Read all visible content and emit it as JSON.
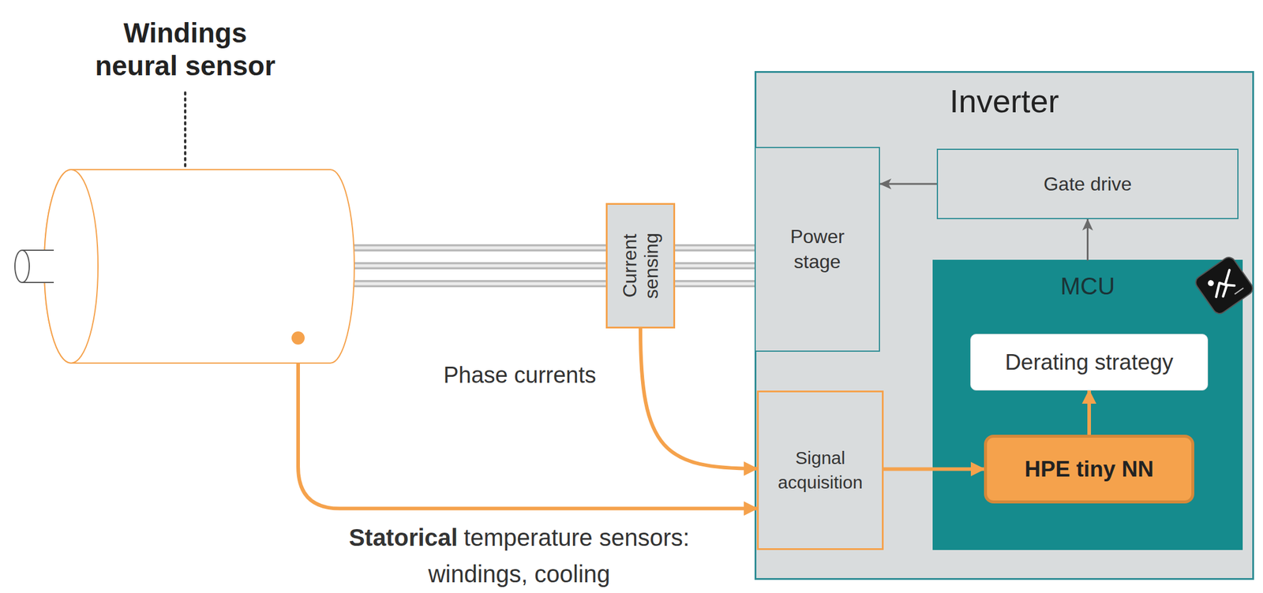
{
  "diagram": {
    "nodes": [
      {
        "text": [
          "Windings neural sensor"
        ]
      },
      {
        "text": [
          "Current sensing"
        ]
      },
      {
        "text": [
          "Inverter"
        ]
      },
      {
        "text": [
          "Power stage"
        ],
        "in": 2
      },
      {
        "text": [
          "Gate drive"
        ],
        "in": 2
      },
      {
        "text": [
          "MCU"
        ],
        "in": 2
      },
      {
        "text": [
          "Derating strategy"
        ],
        "in": 5
      },
      {
        "text": [
          "HPE tiny NN"
        ],
        "in": 5
      },
      {
        "text": [
          "Signal acquisition"
        ],
        "in": 2
      }
    ],
    "edges": [
      {
        "from": 0,
        "to": 1,
        "arrow": "none"
      },
      {
        "from": 1,
        "to": 3,
        "arrow": "none"
      },
      {
        "from": 4,
        "to": 3,
        "arrow": "to"
      },
      {
        "from": 5,
        "to": 4,
        "arrow": "to"
      },
      {
        "from": 1,
        "to": 8,
        "arrow": "to"
      },
      {
        "from": 0,
        "to": 8,
        "arrow": "to"
      },
      {
        "from": 8,
        "to": 7,
        "arrow": "to"
      },
      {
        "from": 7,
        "to": 6,
        "arrow": "to"
      }
    ],
    "labels": [
      "Phase currents",
      "Statorical",
      "temperature sensors: windings, cooling"
    ]
  }
}
